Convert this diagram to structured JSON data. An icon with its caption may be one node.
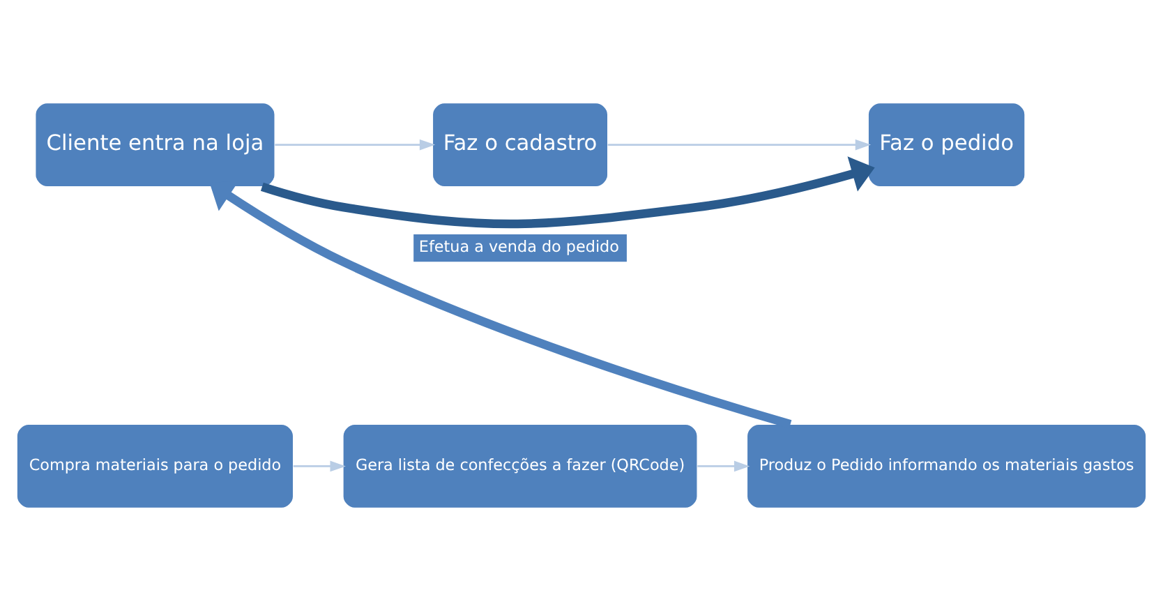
{
  "diagram": {
    "nodes": [
      {
        "text": [
          "Cliente entra na loja"
        ]
      },
      {
        "text": [
          "Faz o cadastro"
        ]
      },
      {
        "text": [
          "Faz o pedido"
        ]
      },
      {
        "text": [
          "Compra materiais para o pedido"
        ]
      },
      {
        "text": [
          "Gera lista de confecções a fazer (QRCode)"
        ]
      },
      {
        "text": [
          "Produz o Pedido informando os materiais gastos"
        ]
      }
    ],
    "edges": [
      {
        "from": 0,
        "to": 1,
        "arrow": "to"
      },
      {
        "from": 1,
        "to": 2,
        "arrow": "to"
      },
      {
        "from": 0,
        "to": 2,
        "arrow": "to",
        "style": "thick",
        "color": "#2a5a8c"
      },
      {
        "from": 3,
        "to": 4,
        "arrow": "to"
      },
      {
        "from": 4,
        "to": 5,
        "arrow": "to"
      },
      {
        "from": 5,
        "to": 0,
        "arrow": "to",
        "label": "Efetua a venda do pedido",
        "style": "thick",
        "color": "#4f81bd"
      }
    ]
  }
}
